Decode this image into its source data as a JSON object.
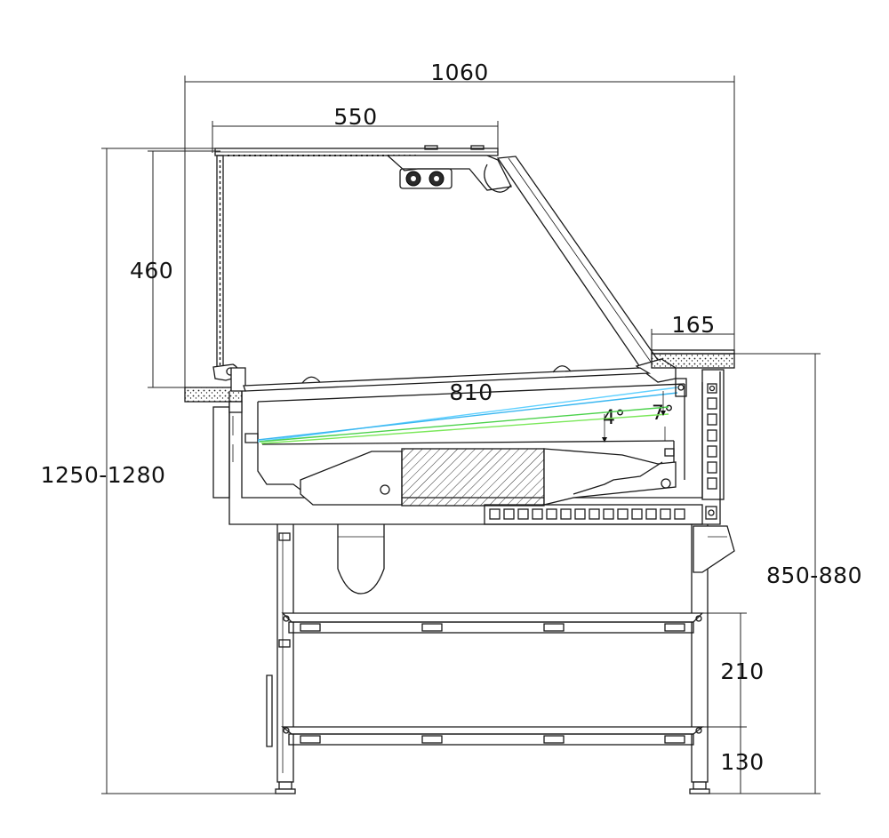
{
  "diagram": {
    "dimensions": {
      "overall_width": "1060",
      "top_glass_width": "550",
      "glass_height": "460",
      "rear_worktop_depth": "165",
      "display_depth": "810",
      "total_height": "1250-1280",
      "counter_height": "850-880",
      "shelf_spacing": "210",
      "bottom_clearance": "130"
    },
    "angles": {
      "front": "4°",
      "rear": "7°"
    },
    "colors": {
      "line": "#1a1a1a",
      "light_cyan": "#5fd0ff",
      "light_blue": "#39b6f0",
      "light_green": "#4cd24c",
      "light_lime": "#7be85a",
      "hatch": "#333333"
    }
  }
}
